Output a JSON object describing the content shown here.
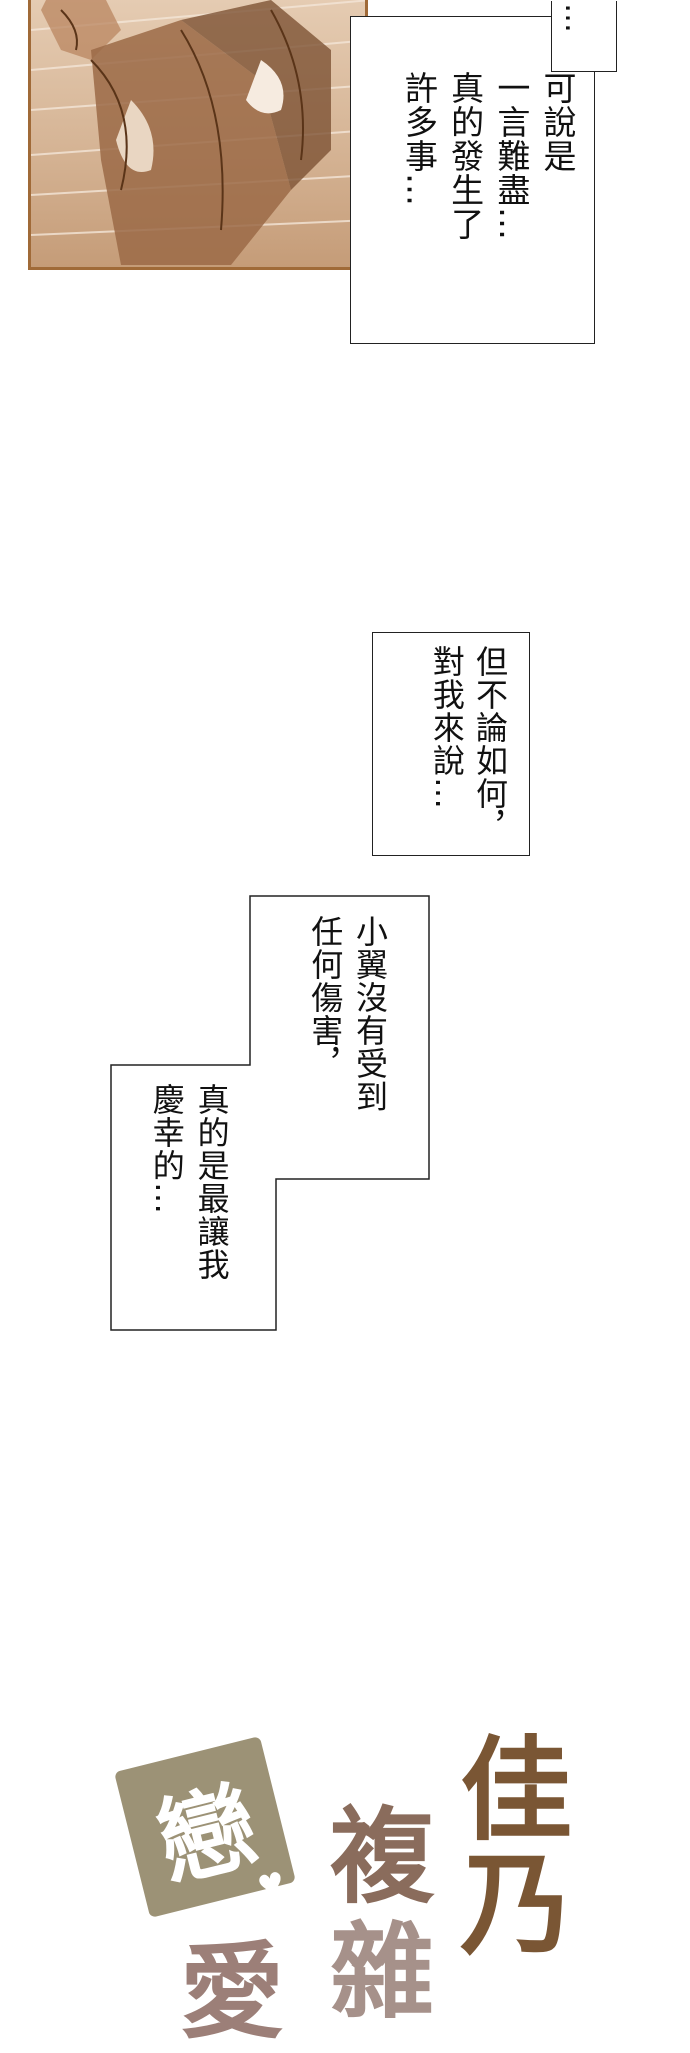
{
  "captions": {
    "box1_dots": "…",
    "box1_text": "可說是\n一言難盡…\n真的發生了\n許多事…",
    "box2_text": "但不論如何，\n對我來說…",
    "box3_part1": "小翼沒有受到\n任何傷害，",
    "box3_part2": "真的是最讓我\n慶幸的…"
  },
  "logo": {
    "stamp_char": "戀",
    "heart": "♥",
    "chars": [
      "複",
      "佳",
      "雜",
      "乃",
      "愛"
    ]
  },
  "colors": {
    "panel_tone": "#d6b596",
    "panel_border": "#a06a38",
    "logo_stamp": "#9c9276",
    "logo_text_brown": "#7a5634",
    "logo_text_mauve": "#8a6c5c"
  }
}
